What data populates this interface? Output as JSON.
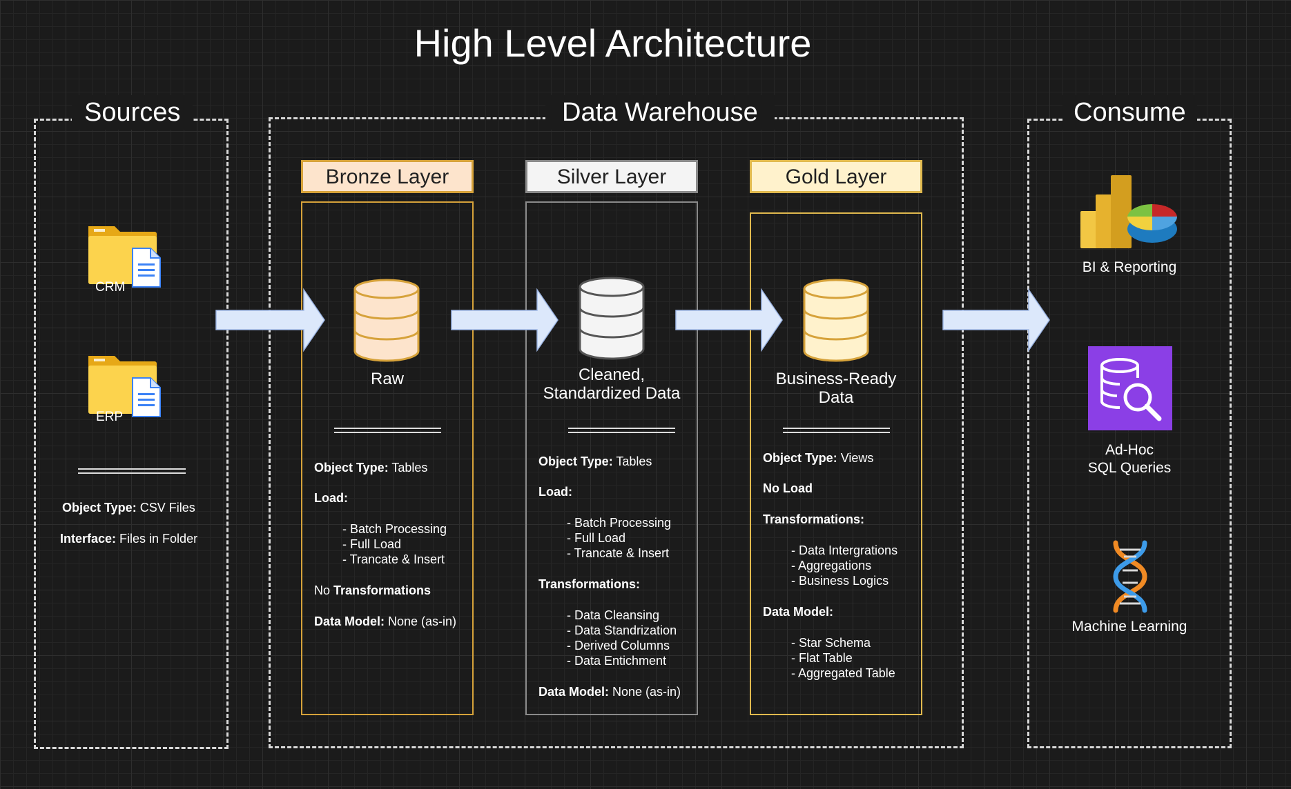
{
  "title": "High Level Architecture",
  "sources": {
    "title": "Sources",
    "items": [
      "CRM",
      "ERP"
    ],
    "object_type_label": "Object Type:",
    "object_type_value": " CSV Files",
    "interface_label": "Interface:",
    "interface_value": " Files in Folder"
  },
  "warehouse": {
    "title": "Data Warehouse",
    "bronze": {
      "header": "Bronze Layer",
      "caption": "Raw",
      "object_type_label": "Object Type:",
      "object_type_value": " Tables",
      "load_label": "Load:",
      "load_items": [
        "- Batch Processing",
        "- Full Load",
        "- Trancate & Insert"
      ],
      "transform_prefix": "No ",
      "transform_label": "Transformations",
      "model_label": "Data Model:",
      "model_value": " None (as-in)"
    },
    "silver": {
      "header": "Silver Layer",
      "caption_line1": "Cleaned,",
      "caption_line2": "Standardized Data",
      "object_type_label": "Object Type:",
      "object_type_value": " Tables",
      "load_label": "Load:",
      "load_items": [
        "- Batch Processing",
        "- Full Load",
        "- Trancate & Insert"
      ],
      "transform_label": "Transformations:",
      "transform_items": [
        "- Data Cleansing",
        "- Data Standrization",
        "- Derived Columns",
        "- Data Entichment"
      ],
      "model_label": "Data Model:",
      "model_value": " None (as-in)"
    },
    "gold": {
      "header": "Gold Layer",
      "caption_line1": "Business-Ready",
      "caption_line2": "Data",
      "object_type_label": "Object Type:",
      "object_type_value": " Views",
      "load_label": "No Load",
      "transform_label": "Transformations:",
      "transform_items": [
        "- Data Intergrations",
        "- Aggregations",
        "- Business Logics"
      ],
      "model_label": "Data Model:",
      "model_items": [
        "- Star Schema",
        "- Flat Table",
        "- Aggregated Table"
      ]
    }
  },
  "consume": {
    "title": "Consume",
    "bi": "BI & Reporting",
    "adhoc_line1": "Ad-Hoc",
    "adhoc_line2": "SQL Queries",
    "ml": "Machine Learning"
  },
  "colors": {
    "bronze_border": "#d6a23a",
    "bronze_fill": "#fde4cc",
    "silver_border": "#8a8a8a",
    "silver_fill": "#f4f4f4",
    "gold_border": "#e0b94e",
    "gold_fill": "#fff2cc",
    "arrow": "#dce8fb"
  }
}
